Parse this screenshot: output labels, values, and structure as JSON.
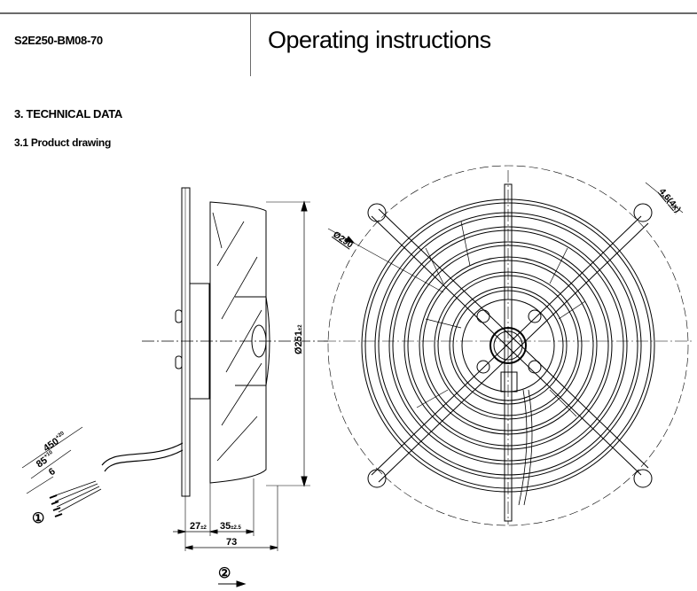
{
  "header": {
    "model": "S2E250-BM08-70",
    "title": "Operating instructions"
  },
  "section": {
    "heading": "3. TECHNICAL DATA",
    "subheading": "3.1 Product drawing"
  },
  "drawing": {
    "dim_diameter_fan": "Ø251",
    "dim_diameter_fan_tol": "±2",
    "dim_diameter_grille": "Ø290",
    "dim_hole": "4.6(4x)",
    "dim_27": "27",
    "dim_27_tol": "±2",
    "dim_35": "35",
    "dim_35_tol": "±2.5",
    "dim_73": "73",
    "dim_450": "450",
    "dim_450_tol": "+20",
    "dim_85": "85",
    "dim_85_tol": "+10",
    "dim_6": "6",
    "callout_1": "①",
    "callout_2": "②"
  }
}
